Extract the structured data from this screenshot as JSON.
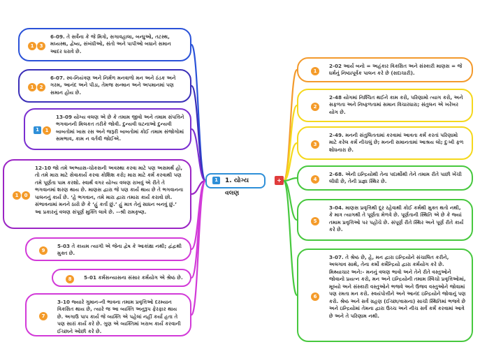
{
  "central": {
    "badge": "1",
    "label": "1. યોગ્ય વલણ",
    "tag_icon": "+"
  },
  "colors": {
    "blue": "#2a52d8",
    "indigo": "#3b2fb8",
    "violet": "#7a2ed0",
    "purple": "#9b24c4",
    "magenta": "#d23ad8",
    "orange": "#f39a2c",
    "yellow": "#f5d81c",
    "green": "#47c83e"
  },
  "left_nodes": [
    {
      "badges": [
        "1",
        "3"
      ],
      "text": "6-09. તે સર્વેના કે જે મિત્રો, સગાવહાલા, બન્ધુઓ, તટસ્થ, મધ્યસ્થ, દ્વેષ્ય, સંબંધીઓ, સંતો અને પાપીઓ બધાને સમાન આદર ધરાવે છે."
    },
    {
      "badges": [
        "1",
        "2"
      ],
      "text": "6-07. સ્વ-નિયંત્રણ અને નિર્મળ મનવાળો મન અને ઠંડક અને ગરમ, આનંદ અને પીડા, તેમજ સન્માન અને અપમાનમાં પણ સમાન હોય છે."
    },
    {
      "badges": [
        "1",
        "1"
      ],
      "text": "13-09 યોગ્ય વલણ એ છે કે તમામ જીવો અને તમામ સંપત્તિને ભગવાનની મિલકત તરીકે જોવી. દુન્યવી ઘટનાઓ દુન્યવી બાબતોમાં ખાસ રસ અને જરૂરી બાબતોમાં કોઈ તમામ સંજોગોમાં સમભાવ, કામ ન વર્તવી જોઈએ."
    },
    {
      "badges": [
        "1",
        "0"
      ],
      "text": "12-10 જો તમે અભ્યાસ-ચોકસની અવસ્થા કરવા માટે પણ અસમર્થ હો, તો તમે મારા માટે સેવાકાર્ય કરવા કોશિશ કરો; મારા માટે કર્મ કરવાથી પણ તમે પૂર્ણતા પામ કરશો. સ્વાર્થ વગર યોગ્ય વલણ રાખવું એ રીતે તે ભગવાનમાં શરણ થાય છે. માણસ દ્વારા જે પણ કાર્ય થાય છે તે ભગવાનના પાલનનું કાર્ય છે. ‘હે ભગવાન, તમે મારા દ્વારા તમારા કાર્ય કરાવો છો. સંભાવનામાં મનને ઠારો છે કે ‘હું કર્તા છું.’ હું માત્ર તેનું સાધન બનવું છું.’ આ પ્રકારનું વલણ સંપૂર્ણ મુક્તિ લાવે છે. --શ્રી રામકૃષ્ણ."
    },
    {
      "badges": [
        "9"
      ],
      "text": "5-03 તે કાયમ ત્યાગી એ જેના દ્વેષ કે આકાંક્ષા નથી; દ્વંદ્વથી મુક્ત છે."
    },
    {
      "badges": [
        "8"
      ],
      "text": "5-01 કર્મસન્યાસના સંસાર કર્મયોગ એ શ્રેષ્ઠ છે."
    },
    {
      "badges": [
        "7"
      ],
      "text": "3-10 જ્યારે ગુમાન-ની ભાવના તમામ પ્રવૃત્તિઓ દરમ્યાન વિકસિત થાય છે, ત્યારે જ આ વ્યક્તિ અનુરૂપ ફેરફાર થાય છે. અગાઉ પાપ કાર્ય જે વ્યક્તિ એ પહેલાં નહીં કર્યા હતા તે પણ સારાં કાર્ય કરે છે. ગુણ એ વ્યક્તિમાં ખરાબ કાર્ય કરવાની ઈચ્છાને ઓછી કરે છે."
    }
  ],
  "right_nodes": [
    {
      "badges": [
        "1"
      ],
      "text": "2-02 આર્ય બનો = અહંકાર વિકસિત અને સંસ્કારી માણસ = જે ધર્મનું નિષ્ઠાપૂર્વક પાલન કરે છે (સદાચારી)."
    },
    {
      "badges": [
        "2"
      ],
      "text": "2-48 યોગમાં નિશ્ચિત થઈને કામ કરો, પરિણામો ત્યાગ કરો, અને સફળતા અને નિષ્ફળતામાં સમાન વિચારધારા; સંતુલન એ ખરેખર યોગ છે."
    },
    {
      "badges": [
        "3"
      ],
      "text": "2-49. મનની સંતુલિતતામાં કરવામાં આવતા કર્મ કરતાં પરિણામો માટે કરેલ કર્મ નીચલું છે; મનની સમાનતામાં આશ્રય લો; દુઃખી ફળ શોધનારા છે."
    },
    {
      "badges": [
        "4"
      ],
      "text": "2-68. એની ઇન્દ્રિયોથી તેના પદાર્થોથી તેને તમામ રીતે પાછી ખેંચી લીધી છે, તેની પ્રજ્ઞા સ્થિર છે."
    },
    {
      "badges": [
        "5"
      ],
      "text": "3-04. માણસ પ્રવૃત્તિથી દૂર રહેવાથી કોઈ કર્મથી મુક્ત થતો નથી, કે માત્ર ત્યાગથી તે પૂર્ણતા મેળવે છે. પૂર્ણતાની સ્થિતિ એ છે કે જ્યાં તમામ પ્રવૃત્તિઓ પર પહોંચે છે. સંપૂર્ણ રીતે સ્થિર અને પૂર્ણ રીતે કાર્ય કરે છે."
    },
    {
      "badges": [
        "6"
      ],
      "text": "3-07. તે શ્રેષ્ઠ છે, હે, મન દ્વારા ઇન્દ્રિયોને સંચાલિત કરીને, અલગાવ સાથે, તેના કર્મો કર્મેન્દ્રિયો દ્વારા કર્મયોગ કરે છે. મિથ્યાચાર અને:- મનનું વલણ ભાવો અને તેને રીતે વસ્તુઓને જોવાનો પ્રયત્ન કરો, મન અને ઇન્દ્રિયોની તમામ સ્વિચો પ્રવૃત્તિઓમાં, મૂલ્યો અને સંસ્કારી વસ્તુઓને ભજવે અને ઉજવ વસ્તુઓને જોવામાં પણ રમતા મન કરો. સ્વયંપોત્તીને અને આનંદ ઇન્દ્રિયોને જોવાનું પણ કરો. શ્રેષ્ઠ અને સર્વ ગ્રહણ (ઈચ્છા/વાસના) સાચી સ્થિતિમાં ભજવે છે અને ઇન્દ્રિયોમાં તેમના દ્વારા ઉચ્ચ અને નીચ સર્વ કર્મ કરવામાં આવે છે અને તે પરિણામ નથી."
    }
  ]
}
